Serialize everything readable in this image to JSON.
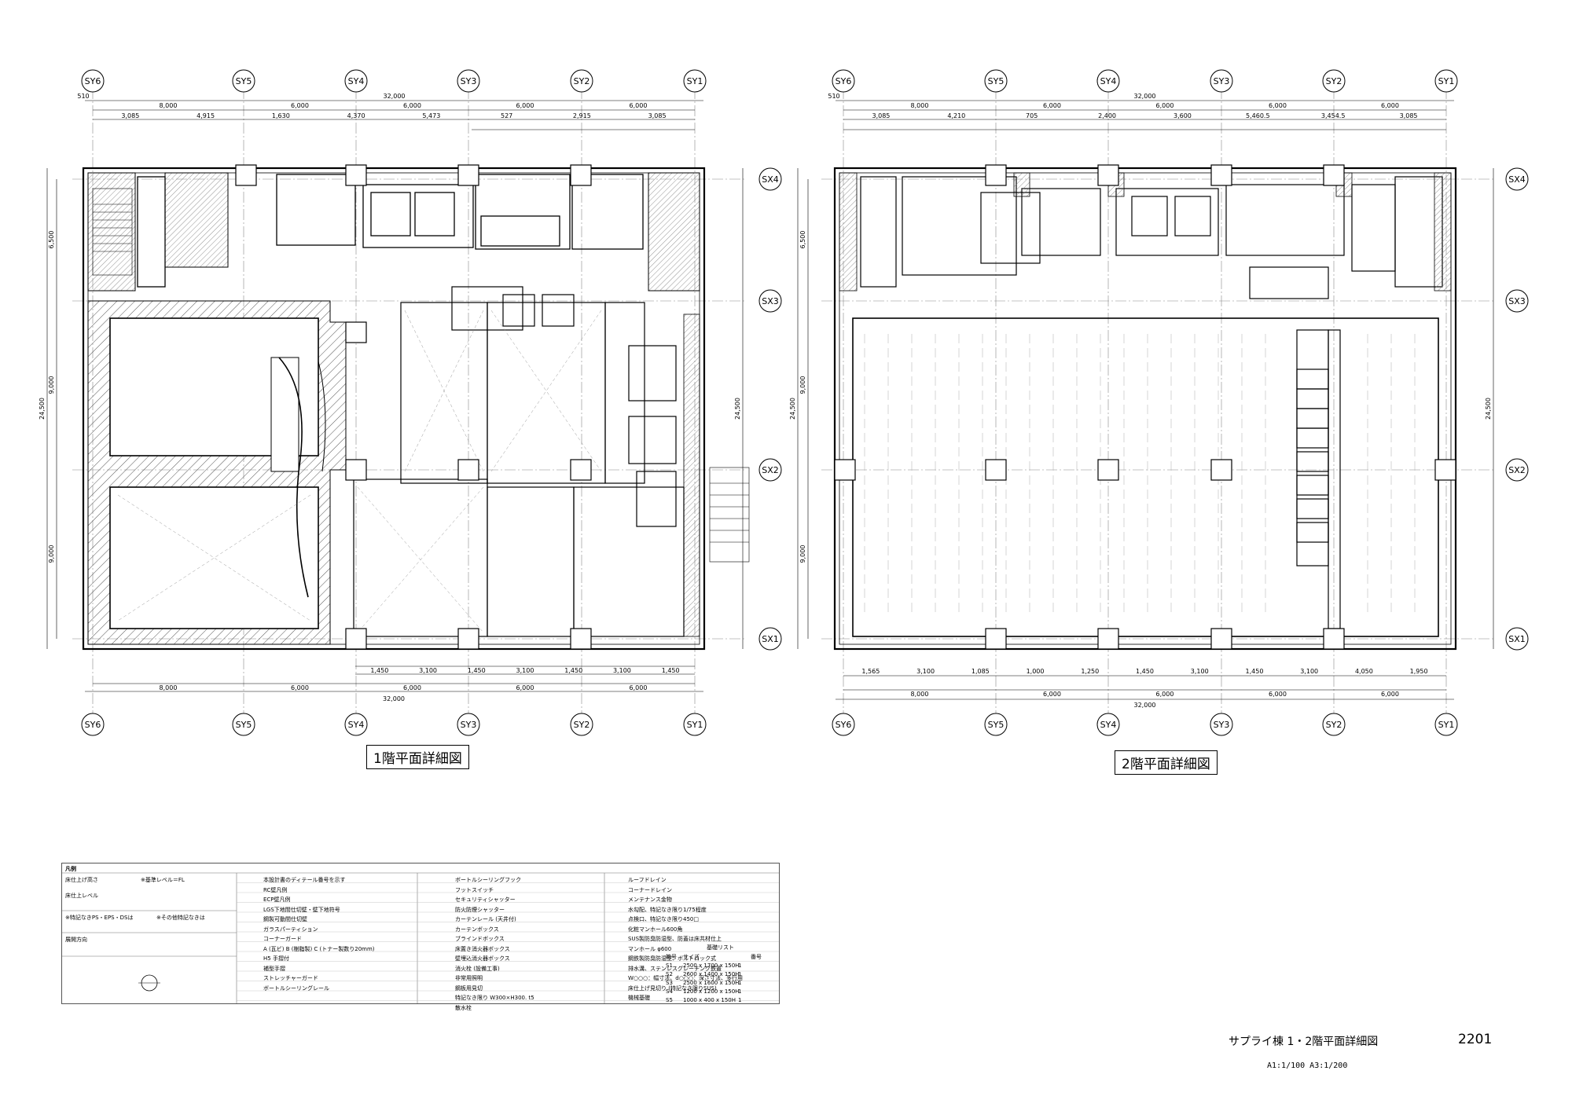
{
  "grid_axes": {
    "sy": [
      "SY6",
      "SY5",
      "SY4",
      "SY3",
      "SY2",
      "SY1"
    ],
    "sx": [
      "SX4",
      "SX3",
      "SX2",
      "SX1"
    ]
  },
  "dimensions": {
    "overall": "32,000",
    "bays": [
      "8,000",
      "6,000",
      "6,000",
      "6,000",
      "6,000"
    ],
    "edge": "510",
    "vertical_total": "24,500",
    "vertical_bays": [
      "6,500",
      "9,000",
      "9,000"
    ]
  },
  "plan1": {
    "title": "1階平面詳細図",
    "sub_dims_top": [
      "3,085",
      "4,915",
      "1,630",
      "4,370",
      "5,473",
      "527",
      "2,915",
      "3,085"
    ],
    "sub_dims_bottom": [
      "1,450",
      "3,100",
      "1,450",
      "3,100",
      "1,450",
      "3,100",
      "1,450"
    ]
  },
  "plan2": {
    "title": "2階平面詳細図",
    "sub_dims_top": [
      "3,085",
      "4,210",
      "705",
      "2,400",
      "3,600",
      "5,460.5",
      "3,454.5",
      "3,085"
    ],
    "sub_dims_bottom": [
      "1,565",
      "3,100",
      "1,085",
      "1,000",
      "1,250",
      "1,450",
      "3,100",
      "1,450",
      "3,100",
      "4,050",
      "1,950"
    ]
  },
  "legend": {
    "title": "凡例",
    "row1": "床仕上げ高さ",
    "row1b": "※基準レベル＝FL",
    "items_col2": [
      "本設計書のディテール番号を示す",
      "RC壁凡例",
      "ECP壁凡例",
      "LGS下地間仕切壁・壁下地符号",
      "鋼製可動間仕切壁",
      "ガラスパーティション",
      "コーナーガード",
      "A (瓦ビ) B (樹脂製) C (トナー製数り20mm)",
      "H5 手摺付",
      "補型手摺",
      "ストレッチャーガード",
      "ボートルシーリングレール"
    ],
    "items_col3": [
      "ボートルシーリングフック",
      "フットスイッチ",
      "セキュリティシャッター",
      "防火防煙シャッター",
      "カーテンレール (天井付)",
      "カーテンボックス",
      "ブラインドボックス",
      "床置き消火器ボックス",
      "壁埋込消火器ボックス",
      "消火栓 (設備工事)",
      "非常用照明",
      "鋼板用見切",
      "特記なき限り W300×H300. t5",
      "散水栓"
    ],
    "items_col4": [
      "ルーフドレイン",
      "コーナードレイン",
      "メンテナンス金物",
      "水勾配、特記なき限り1/75程度",
      "点検口、特記なき限り450□",
      "化粧マンホール600角",
      "SUS製防臭防湿型、防蓋は床共材仕上",
      "マンホール φ600",
      "鋼鉄製防臭防湿型、ボルトロック式",
      "排水溝、ステンレスグレーチング鉄蓋",
      "W○○○：幅寸法、d○○○：深さ寸法、多行用",
      "床仕上げ見切り (特記なき限りSUS)",
      "機械基礎"
    ],
    "base_list_title": "基礎リスト",
    "base_headers": [
      "符号",
      "サイズ",
      "",
      "番号"
    ],
    "base_rows": [
      [
        "S1",
        "2500 x 1700 x 150H",
        "1"
      ],
      [
        "S2",
        "2600 x 1400 x 150H",
        "1"
      ],
      [
        "S3",
        "2500 x 1600 x 150H",
        "1"
      ],
      [
        "S4",
        "1200 x 1200 x 150H",
        "1"
      ],
      [
        "S5",
        "1000 x 400 x 150H",
        "1"
      ]
    ],
    "floor_level_label": "床仕上レベル",
    "unspecified_label": "※特記なきPS・EPS・DSは",
    "other_label": "※その他特記なきは",
    "orientation_label": "展開方向"
  },
  "title_block": {
    "title": "サプライ棟  1・2階平面詳細図",
    "sheet_no": "2201",
    "scale": "A1:1/100 A3:1/200"
  }
}
